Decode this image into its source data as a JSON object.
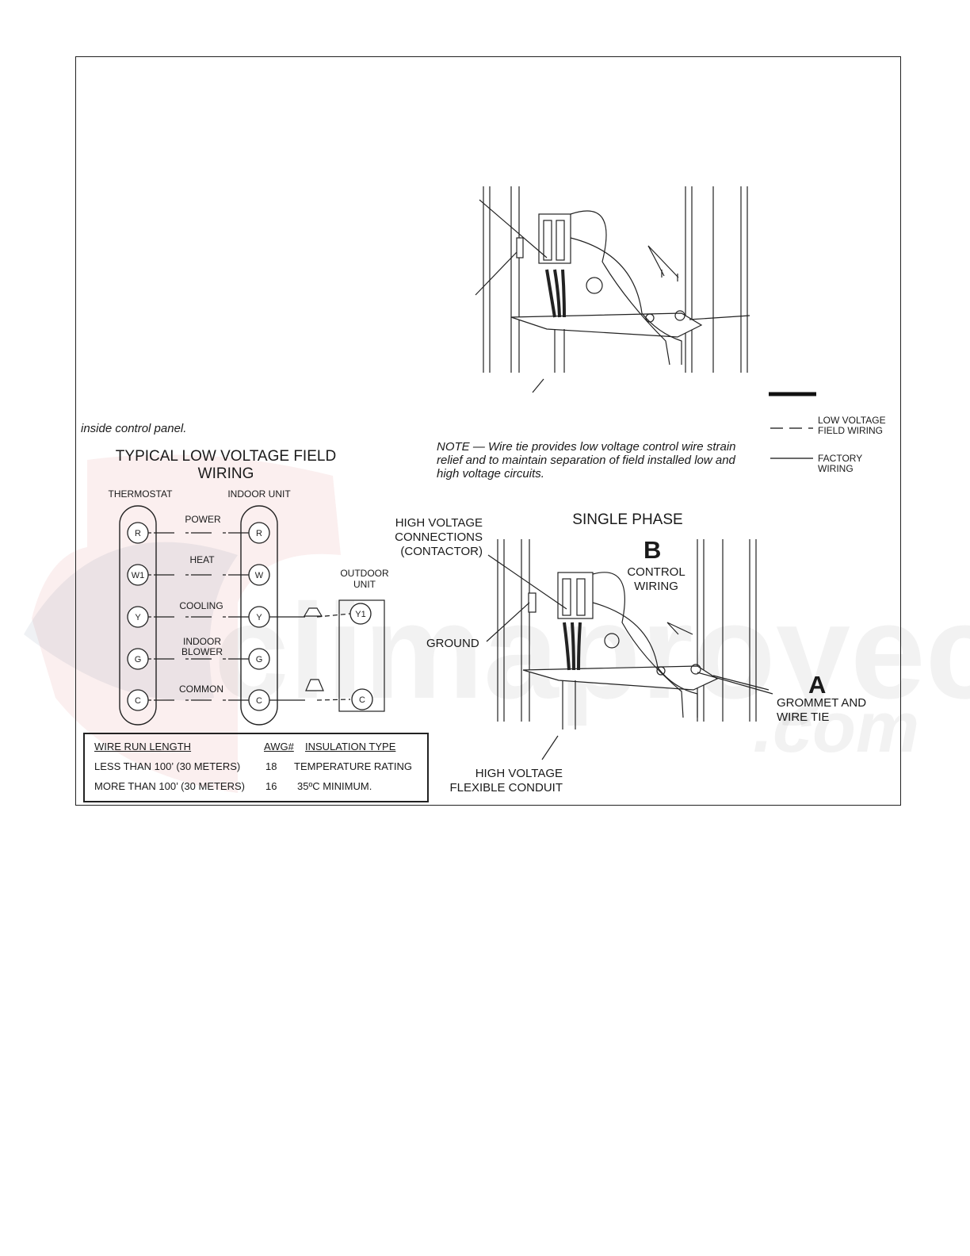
{
  "figure": {
    "intro_text": "inside control panel.",
    "note": {
      "lead": "NOTE",
      "line1": " — Wire tie provides low voltage control wire strain",
      "line2": "relief and to maintain separation of field installed low and",
      "line3": "high voltage circuits."
    },
    "legend": {
      "low_voltage": [
        "LOW VOLTAGE",
        "FIELD WIRING"
      ],
      "factory": [
        "FACTORY",
        "WIRING"
      ]
    }
  },
  "wiring_diagram": {
    "title": [
      "TYPICAL LOW VOLTAGE FIELD",
      "WIRING"
    ],
    "thermostat_label": "THERMOSTAT",
    "indoor_unit_label": "INDOOR UNIT",
    "outdoor_unit_label": [
      "OUTDOOR",
      "UNIT"
    ],
    "thermostat_terminals": [
      "R",
      "W1",
      "Y",
      "G",
      "C"
    ],
    "indoor_terminals": [
      "R",
      "W",
      "Y",
      "G",
      "C"
    ],
    "outdoor_terminals": [
      "Y1",
      "C"
    ],
    "circuits": [
      "POWER",
      "HEAT",
      "COOLING",
      "INDOOR",
      "BLOWER",
      "COMMON"
    ]
  },
  "wire_table": {
    "headers": [
      "WIRE RUN LENGTH",
      "AWG#",
      "INSULATION TYPE"
    ],
    "rows": [
      [
        "LESS THAN 100’ (30 METERS)",
        "18",
        "TEMPERATURE RATING"
      ],
      [
        "MORE THAN 100’ (30 METERS)",
        "16",
        "35ºC MINIMUM."
      ]
    ]
  },
  "single_phase": {
    "title": "SINGLE PHASE",
    "marker_b": "B",
    "marker_a": "A",
    "hv_connections": [
      "HIGH VOLTAGE",
      "CONNECTIONS",
      "(CONTACTOR)"
    ],
    "control_wiring": [
      "CONTROL",
      "WIRING"
    ],
    "ground": "GROUND",
    "grommet": [
      "GROMMET AND",
      "WIRE TIE"
    ],
    "conduit": [
      "HIGH VOLTAGE",
      "FLEXIBLE CONDUIT"
    ]
  },
  "watermark": [
    "climaproyectos",
    ".com"
  ]
}
